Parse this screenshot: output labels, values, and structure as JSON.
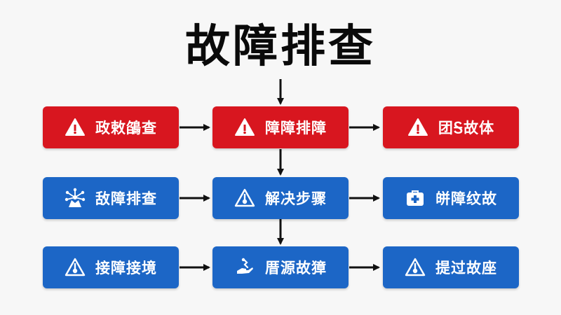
{
  "title": "故障排查",
  "nodes": [
    {
      "id": "r1c1",
      "label": "政敕鵮查",
      "color": "#d8161f",
      "icon": "warning-icon"
    },
    {
      "id": "r1c2",
      "label": "障障排障",
      "color": "#d8161f",
      "icon": "warning-icon"
    },
    {
      "id": "r1c3",
      "label": "团Ꭶ故体",
      "color": "#d8161f",
      "icon": "warning-icon"
    },
    {
      "id": "r2c1",
      "label": "敌障排查",
      "color": "#1c66c6",
      "icon": "network-hub-icon"
    },
    {
      "id": "r2c2",
      "label": "解决步骤",
      "color": "#1c66c6",
      "icon": "key-warning-icon"
    },
    {
      "id": "r2c3",
      "label": "皏障纹故",
      "color": "#1c66c6",
      "icon": "first-aid-kit-icon"
    },
    {
      "id": "r3c1",
      "label": "接障接境",
      "color": "#1c66c6",
      "icon": "key-warning-icon"
    },
    {
      "id": "r3c2",
      "label": "厝源故獐",
      "color": "#1c66c6",
      "icon": "hand-tool-icon"
    },
    {
      "id": "r3c3",
      "label": "提过故座",
      "color": "#1c66c6",
      "icon": "key-warning-icon"
    }
  ]
}
